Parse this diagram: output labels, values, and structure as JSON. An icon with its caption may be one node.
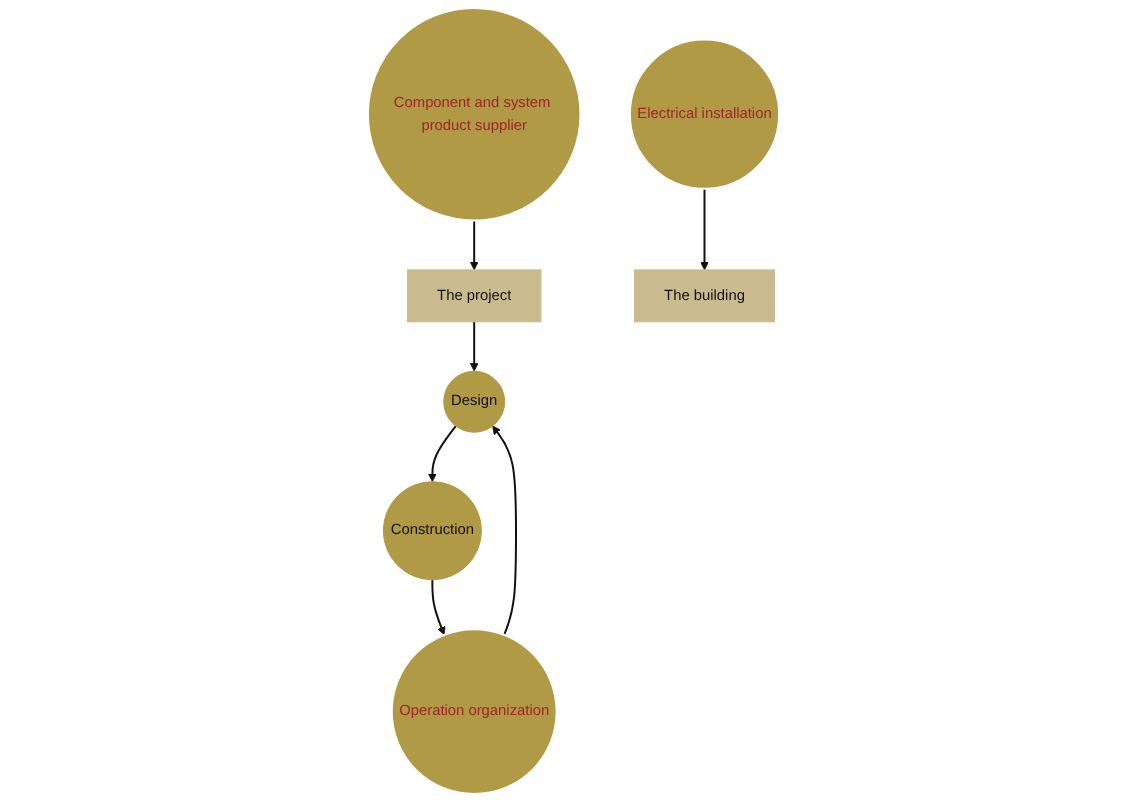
{
  "diagram": {
    "nodes": [
      {
        "text": [
          "Design"
        ]
      },
      {
        "text": [
          "Construction"
        ]
      },
      {
        "text": [
          "Operation organization"
        ]
      },
      {
        "text": [
          "Component and system product supplier"
        ]
      },
      {
        "text": [
          "Electrical installation"
        ]
      },
      {
        "text": [
          "The project"
        ]
      },
      {
        "text": [
          "The building"
        ]
      }
    ],
    "edges": [
      {
        "from": 0,
        "to": 1,
        "arrow": "to"
      },
      {
        "from": 1,
        "to": 2,
        "arrow": "to"
      },
      {
        "from": 2,
        "to": 0,
        "arrow": "to"
      },
      {
        "from": 5,
        "to": 0,
        "arrow": "to"
      },
      {
        "from": 3,
        "to": 5,
        "arrow": "to"
      },
      {
        "from": 4,
        "to": 6,
        "arrow": "to"
      }
    ]
  }
}
